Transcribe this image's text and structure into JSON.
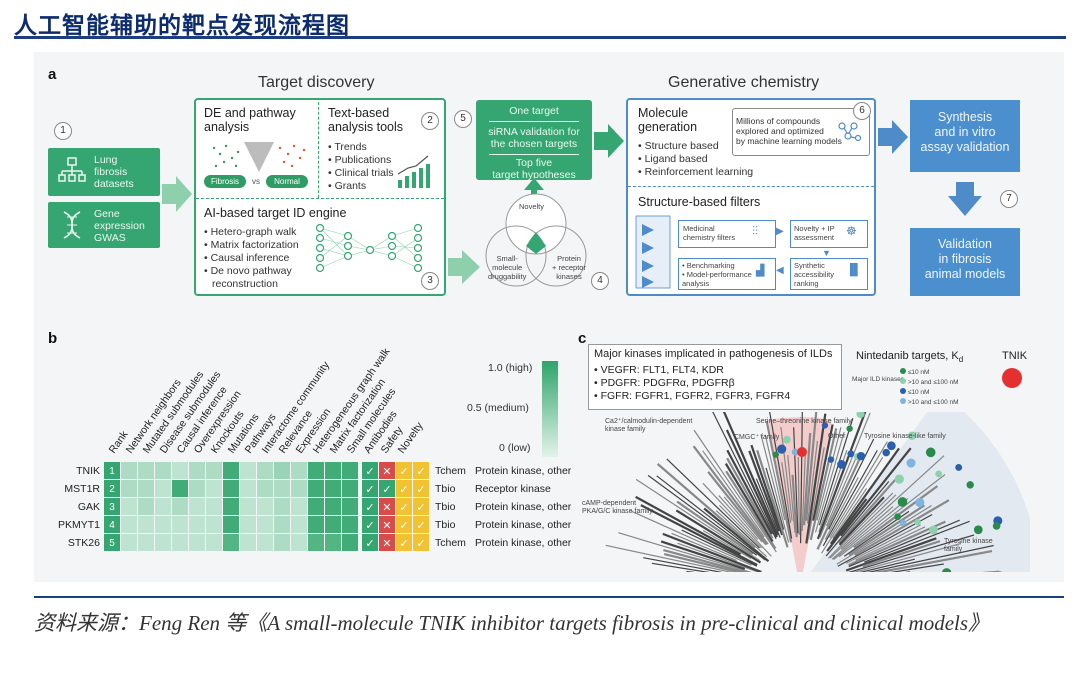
{
  "page_title": "人工智能辅助的靶点发现流程图",
  "source": "资料来源：Feng Ren 等《A small-molecule TNIK inhibitor targets fibrosis in pre-clinical and clinical models》",
  "panel_a": {
    "letter": "a",
    "target_discovery": "Target discovery",
    "generative_chemistry": "Generative chemistry",
    "step_numbers": [
      "1",
      "2",
      "3",
      "4",
      "5",
      "6",
      "7"
    ],
    "input_lung": [
      "Lung",
      "fibrosis",
      "datasets"
    ],
    "input_gene": [
      "Gene",
      "expression",
      "GWAS"
    ],
    "de_title": [
      "DE and pathway",
      "analysis"
    ],
    "fibrosis_tag": "Fibrosis",
    "vs_tag": "vs",
    "normal_tag": "Normal",
    "text_title": [
      "Text-based",
      "analysis tools"
    ],
    "text_items": [
      "• Trends",
      "• Publications",
      "• Clinical trials",
      "• Grants"
    ],
    "ai_title": "AI-based target ID engine",
    "ai_items": [
      "• Hetero-graph walk",
      "• Matrix factorization",
      "• Causal inference",
      "• De novo pathway",
      "  reconstruction"
    ],
    "one_target": "One target",
    "sirna": [
      "siRNA validation for",
      "the chosen targets"
    ],
    "top_five": [
      "Top five",
      "target hypotheses"
    ],
    "venn_novelty": "Novelty",
    "venn_small": [
      "Small-",
      "molecule",
      "druggability"
    ],
    "venn_protein": [
      "Protein",
      "+ receptor",
      "kinases"
    ],
    "mol_gen_title": [
      "Molecule",
      "generation"
    ],
    "millions": [
      "Millions of compounds",
      "explored and optimized",
      "by machine learning models"
    ],
    "mol_items": [
      "• Structure based",
      "• Ligand based",
      "• Reinforcement learning"
    ],
    "filters_title": "Structure-based filters",
    "filter_med": [
      "Medicinal",
      "chemistry filters"
    ],
    "filter_novelty": [
      "Novelty + IP",
      "assessment"
    ],
    "filter_bench": [
      "• Benchmarking",
      "• Model-performance",
      "  analysis"
    ],
    "filter_synth": [
      "Synthetic",
      "accessibility",
      "ranking"
    ],
    "synthesis": [
      "Synthesis",
      "and in vitro",
      "assay validation"
    ],
    "validation": [
      "Validation",
      "in fibrosis",
      "animal models"
    ],
    "colors": {
      "green": "#35a672",
      "blue": "#4b8fcf"
    }
  },
  "panel_b": {
    "letter": "b",
    "columns": [
      "Rank",
      "Network neighbors",
      "Mutated submodules",
      "Disease submodules",
      "Causal inference",
      "Overexpression",
      "Knockouts",
      "Mutations",
      "Pathways",
      "Interactome community",
      "Relevance",
      "Expression",
      "Heterogeneous graph walk",
      "Matrix factorization",
      "Small molecules",
      "Antibodies",
      "Safety",
      "Novelty"
    ],
    "rows": [
      {
        "gene": "TNIK",
        "rank": "1",
        "scores": [
          0.3,
          0.3,
          0.3,
          0.2,
          0.3,
          0.3,
          0.9,
          0.2,
          0.3,
          0.4,
          0.3,
          0.9,
          0.9,
          0.9
        ],
        "checks": [
          "✓",
          "✕",
          "✓",
          "✓"
        ],
        "source": "Tchem",
        "family": "Protein kinase, other"
      },
      {
        "gene": "MST1R",
        "rank": "2",
        "scores": [
          0.3,
          0.3,
          0.2,
          0.9,
          0.3,
          0.2,
          0.9,
          0.2,
          0.3,
          0.3,
          0.3,
          0.9,
          0.9,
          0.9
        ],
        "checks": [
          "✓",
          "✓",
          "✓",
          "✓"
        ],
        "source": "Tbio",
        "family": "Receptor kinase"
      },
      {
        "gene": "GAK",
        "rank": "3",
        "scores": [
          0.2,
          0.3,
          0.2,
          0.3,
          0.2,
          0.2,
          0.9,
          0.2,
          0.2,
          0.3,
          0.2,
          0.9,
          0.9,
          0.9
        ],
        "checks": [
          "✓",
          "✕",
          "✓",
          "✓"
        ],
        "source": "Tbio",
        "family": "Protein kinase, other"
      },
      {
        "gene": "PKMYT1",
        "rank": "4",
        "scores": [
          0.2,
          0.2,
          0.2,
          0.2,
          0.2,
          0.2,
          0.9,
          0.2,
          0.2,
          0.3,
          0.2,
          0.9,
          0.9,
          0.9
        ],
        "checks": [
          "✓",
          "✕",
          "✓",
          "✓"
        ],
        "source": "Tbio",
        "family": "Protein kinase, other"
      },
      {
        "gene": "STK26",
        "rank": "5",
        "scores": [
          0.2,
          0.2,
          0.2,
          0.2,
          0.2,
          0.2,
          0.8,
          0.2,
          0.2,
          0.3,
          0.2,
          0.8,
          0.8,
          0.9
        ],
        "checks": [
          "✓",
          "✕",
          "✓",
          "✓"
        ],
        "source": "Tchem",
        "family": "Protein kinase, other"
      }
    ],
    "legend": [
      "1.0 (high)",
      "0.5 (medium)",
      "0 (low)"
    ],
    "colors": {
      "high": "#2fa46b",
      "low": "#e3f3ea",
      "check": "#35a672",
      "cross": "#d94b4b",
      "yellow": "#f1c232"
    }
  },
  "panel_c": {
    "letter": "c",
    "kinase_box_title": "Major kinases implicated in pathogenesis of ILDs",
    "kinase_items": [
      "• VEGFR: FLT1, FLT4, KDR",
      "• PDGFR: PDGFRα, PDGFRβ",
      "• FGFR: FGFR1, FGFR2, FGFR3, FGFR4"
    ],
    "nintedanib_title": "Nintedanib targets, K",
    "nintedanib_sub": "d",
    "major_ild": "Major ILD kinases",
    "legend_items": [
      "≤10 nM",
      ">10 and ≤100 nM",
      "≤10 nM",
      ">10 and ≤100 nM"
    ],
    "tnik_label": "TNIK",
    "families": [
      "Ca2⁺/calmodulin-dependent",
      "kinase family",
      "Serine–threonine kinase family",
      "CMGC⁺ family",
      "Other",
      "Tyrosine kinase-like family",
      "cAMP-dependent",
      "PKA/G/C kinase family",
      "Tyrosine kinase",
      "family"
    ]
  }
}
